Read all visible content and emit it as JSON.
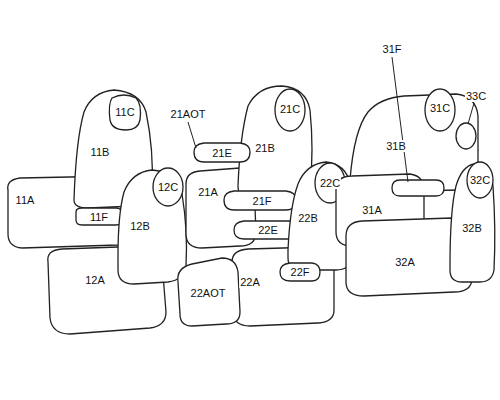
{
  "diagram": {
    "labels": [
      "11C",
      "11B",
      "11A",
      "11F",
      "12C",
      "12B",
      "12A",
      "21AOT",
      "21C",
      "21E",
      "21B",
      "21A",
      "21F",
      "22E",
      "22C",
      "22B",
      "22A",
      "22AOT",
      "22F",
      "31F",
      "31C",
      "33C",
      "31B",
      "31A",
      "32C",
      "32B",
      "32A"
    ]
  }
}
